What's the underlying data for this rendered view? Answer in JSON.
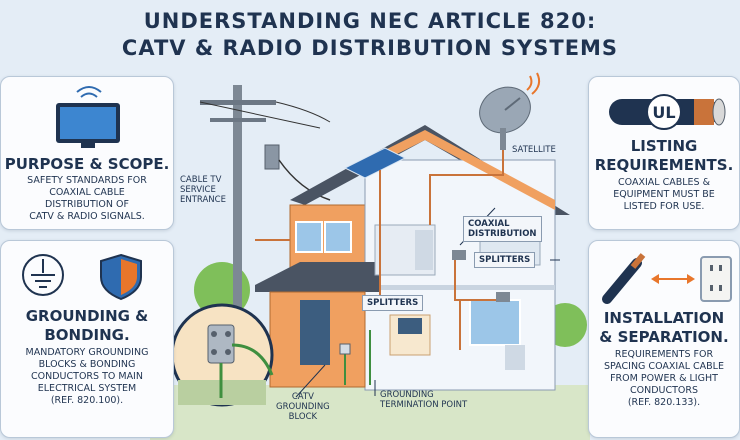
{
  "title": {
    "line1": "Understanding NEC Article 820:",
    "line2": "CATV & Radio Distribution Systems"
  },
  "cards": {
    "purpose": {
      "title": "Purpose & Scope.",
      "body": [
        "Safety standards for",
        "coaxial cable",
        "distribution of",
        "CATV & radio signals."
      ]
    },
    "grounding": {
      "title_lines": [
        "Grounding &",
        "Bonding."
      ],
      "body": [
        "Mandatory grounding",
        "blocks & bonding",
        "conductors to main",
        "electrical system",
        "(Ref. 820.100)."
      ]
    },
    "listing": {
      "title_lines": [
        "Listing",
        "Requirements."
      ],
      "body": [
        "Coaxial cables &",
        "equipment must be",
        "listed for use."
      ],
      "badge": "UL"
    },
    "installation": {
      "title_lines": [
        "Installation",
        "& Separation."
      ],
      "body": [
        "Requirements for",
        "spacing coaxial cable",
        "from power & light",
        "conductors",
        "(Ref. 820.133)."
      ]
    }
  },
  "labels": {
    "satellite": "Satellite",
    "cable_tv": [
      "Cable TV",
      "service",
      "entrance"
    ],
    "coaxial": [
      "Coaxial",
      "distribution"
    ],
    "splitters_upper": "Splitters",
    "splitters_lower": "Splitters",
    "catv_block": [
      "CATV",
      "grounding",
      "block"
    ],
    "grounding_point": [
      "Grounding",
      "termination point"
    ]
  },
  "icons": [
    "wifi-icon",
    "tv-icon",
    "ground-symbol-icon",
    "shield-icon",
    "coax-cable-icon",
    "ul-badge-icon",
    "cable-end-icon",
    "double-arrow-icon",
    "outlet-icon",
    "satellite-dish-icon",
    "house-icon",
    "utility-pole-icon",
    "solar-panel-icon"
  ],
  "colors": {
    "title": "#1f3350",
    "siding": "#f0a060",
    "roof": "#4a5463",
    "coax": "#c9733a",
    "accent_blue": "#2f6bb0",
    "ground_green": "#3f8f3f"
  }
}
